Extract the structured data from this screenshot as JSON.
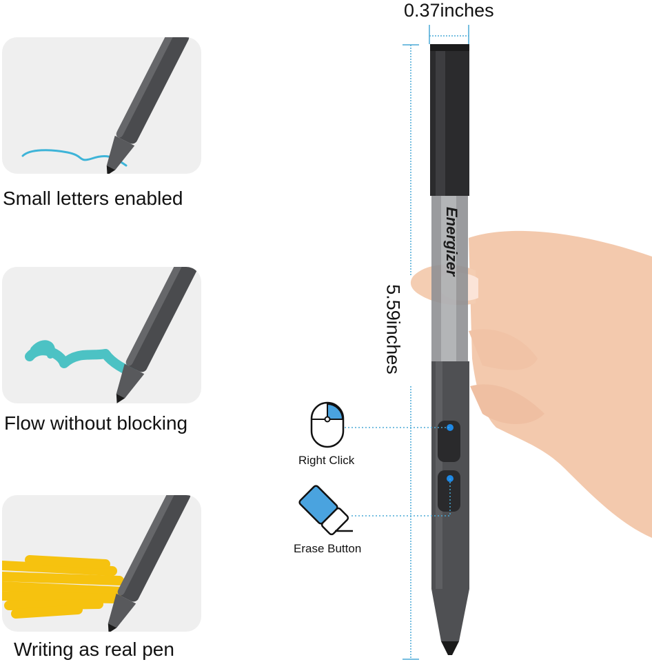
{
  "features": [
    {
      "caption": "Small letters enabled",
      "icon": "pen-thin-stroke-icon",
      "stroke_color": "#3eb4d8"
    },
    {
      "caption": "Flow without blocking",
      "icon": "pen-flow-stroke-icon",
      "stroke_color": "#4cc2c4"
    },
    {
      "caption": "Writing as real pen",
      "icon": "pen-thick-stroke-icon",
      "stroke_color": "#f6c20f"
    }
  ],
  "dimensions": {
    "width_label": "0.37inches",
    "length_label": "5.59inches",
    "line_color": "#48a9d6"
  },
  "buttons": {
    "right_click_label": "Right Click",
    "right_click_icon": "mouse-icon",
    "erase_label": "Erase Button",
    "erase_icon": "eraser-icon",
    "indicator_color": "#1e88e5"
  },
  "pen": {
    "brand_text": "Energizer",
    "body_color": "#4f5053",
    "cap_color": "#2b2b2d"
  }
}
